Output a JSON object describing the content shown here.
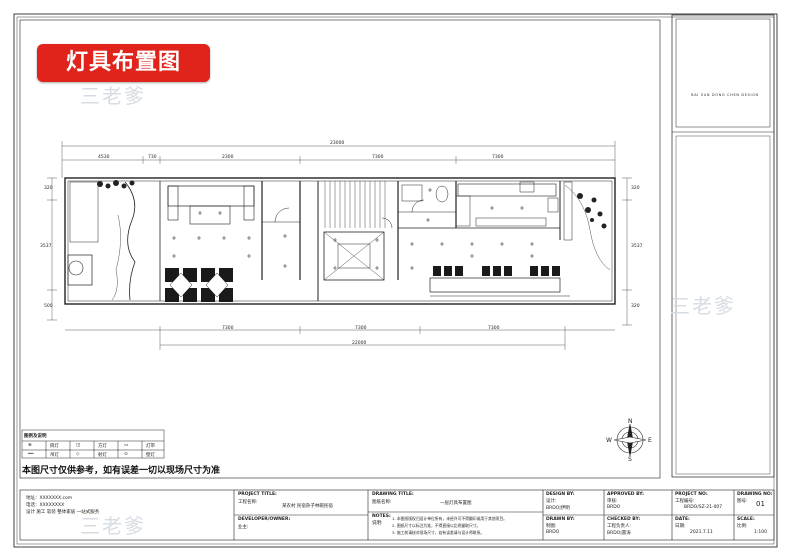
{
  "badge": {
    "title": "灯具布置图"
  },
  "watermark": {
    "text": "三老爹"
  },
  "logo": {
    "text": "BAI SUN DONG CHEN DESIGN"
  },
  "dimensions": {
    "top_total": "23000",
    "top_segments": [
      "4530",
      "730",
      "2300",
      "7300",
      "7300"
    ],
    "bottom_segments": [
      "7300",
      "7300",
      "7300"
    ],
    "bottom_total": "22000",
    "left": [
      "320",
      "3537",
      "500"
    ],
    "right": [
      "320",
      "3537",
      "320"
    ]
  },
  "legend": {
    "title": "图例及说明",
    "cells": [
      "⊕",
      "筒灯",
      "◫",
      "方灯",
      "▭",
      "灯带",
      "══",
      "吊灯",
      "◇",
      "射灯",
      "⊙",
      "壁灯"
    ]
  },
  "footnote": "本图尺寸仅供参考，如有误差一切以现场尺寸为准",
  "compass": {
    "north": "N",
    "south": "S",
    "east": "E",
    "west": "W"
  },
  "title_block": {
    "company_lines": [
      "地址：XXXXXXX.com",
      "电话：XXXXXXXX",
      "设计  施工  软装  整体家居  一站式服务"
    ],
    "project_title_label": "PROJECT TITLE:",
    "project_name_label": "工程名称:",
    "project_name": "某农村 民宿杂子林碗民宿",
    "developer_label": "DEVELOPER/OWNER:",
    "developer_value": "业主:",
    "drawing_title_label": "DRAWING TITLE:",
    "drawing_name_label": "图纸名称:",
    "drawing_name": "一层灯具布置图",
    "notes_label": "NOTES:",
    "notes_cn_label": "说明:",
    "notes": [
      "1. 本图纸版权归设计单位所有，未经许可不得翻印或用于其他项目。",
      "2. 图纸尺寸以标注为准，不得直接以比例量取尺寸。",
      "3. 施工前请核对现场尺寸，若有误差请与设计师联系。"
    ],
    "design_by_label": "DESIGN BY:",
    "design_cn_label": "设计:",
    "design_by": "BRDO|伊明",
    "drawn_by_label": "DRAWN BY:",
    "drawn_cn_label": "制图:",
    "drawn_by": "BRDO",
    "approved_by_label": "APPROVED BY:",
    "approved_cn_label": "审核:",
    "approved_by": "BRDO",
    "checked_label": "CHECKED BY:",
    "checked_cn_label": "工程负责人:",
    "checked_by": "BRDO|雷涛",
    "project_no_label": "PROJECT NO:",
    "project_no_cn_label": "工程编号:",
    "project_no": "BRDO/SZ-21-007",
    "drawing_no_label": "DRAWING NO:",
    "drawing_no_cn_label": "图号:",
    "drawing_no": "01",
    "date_label": "DATE:",
    "date_cn_label": "日期:",
    "date": "2021.7.11",
    "scale_label": "SCALE:",
    "scale_cn_label": "比例:",
    "scale": "1:100"
  }
}
